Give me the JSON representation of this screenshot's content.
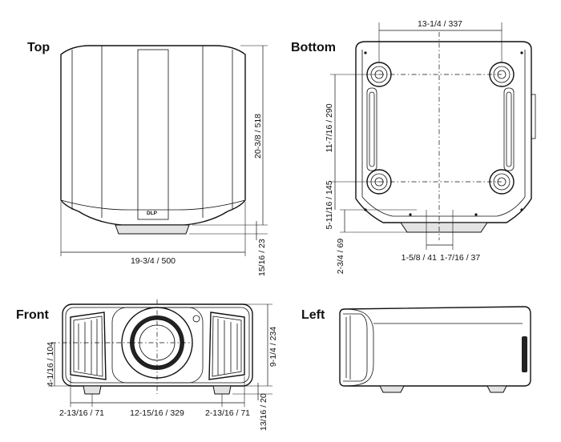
{
  "views": {
    "top": {
      "title": "Top"
    },
    "bottom": {
      "title": "Bottom"
    },
    "front": {
      "title": "Front"
    },
    "left": {
      "title": "Left"
    }
  },
  "top_view": {
    "logo": "DLP",
    "width": "19-3/4 / 500",
    "depth": "20-3/8 / 518",
    "lens_protrusion": "15/16 / 23"
  },
  "bottom_view": {
    "foot_spacing_width": "13-1/4 / 337",
    "foot_spacing_depth": "11-7/16 / 290",
    "rear_foot_to_front": "5-11/16 / 145",
    "front_foot_offset": "2-3/4 / 69",
    "lens_offset_left": "1-5/8 / 41",
    "lens_offset_right": "1-7/16 / 37"
  },
  "front_view": {
    "height": "9-1/4 / 234",
    "lens_center_height": "4-1/16 / 104",
    "foot_height": "13/16 / 20",
    "left_foot_offset": "2-13/16 / 71",
    "foot_spacing": "12-15/16 / 329",
    "right_foot_offset": "2-13/16 / 71"
  }
}
